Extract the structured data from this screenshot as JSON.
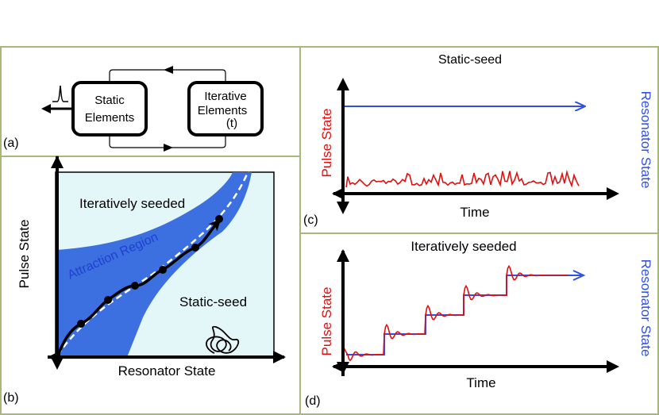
{
  "panel_a": {
    "label": "(a)",
    "left_box": "Static\nElements",
    "right_box": "Iterative\nElements\n(t)"
  },
  "panel_b": {
    "label": "(b)",
    "y_axis": "Pulse State",
    "x_axis": "Resonator State",
    "region_iter": "Iteratively seeded",
    "attraction": "Attraction Region",
    "region_static": "Static-seed"
  },
  "panel_c": {
    "label": "(c)",
    "title": "Static-seed",
    "y_left": "Pulse State",
    "y_right": "Resonator State",
    "x_axis": "Time"
  },
  "panel_d": {
    "label": "(d)",
    "title": "Iteratively seeded",
    "y_left": "Pulse State",
    "y_right": "Resonator State",
    "x_axis": "Time"
  },
  "colors": {
    "panel_border": "#a9b87a",
    "pulse_red": "#e01010",
    "resonator_blue": "#3050e0",
    "attraction_blue": "#3c6fe0",
    "region_fill": "#e4f7f8",
    "text_blue": "#2040d0"
  }
}
